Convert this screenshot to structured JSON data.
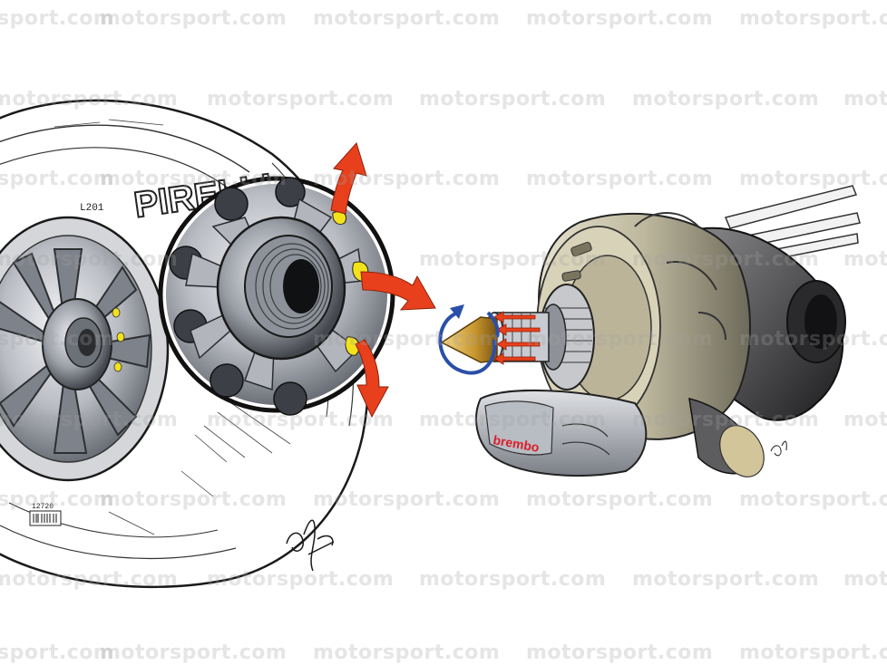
{
  "image": {
    "watermark_text": "motorsport.com",
    "tire_brand_text": "PIRELLI",
    "sidewall_code": "L201",
    "sidewall_small_code": "12720",
    "caliper_brand": "brembo",
    "colors": {
      "background": "#ffffff",
      "airflow_arrow": "#e8401c",
      "rotation_arrow": "#2a4fa8",
      "highlight_yellow": "#f2e21a",
      "brembo_red": "#d91e2a",
      "metal_light": "#c9ccd2",
      "metal_dark": "#3a3a3a"
    }
  }
}
